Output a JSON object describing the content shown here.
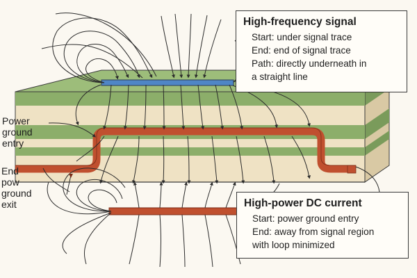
{
  "callouts": {
    "high_frequency": {
      "title": "High-frequency signal",
      "lines": [
        "Start: under signal trace",
        "End: end of signal trace",
        "Path: directly underneath in",
        "a straight line"
      ]
    },
    "high_power_dc": {
      "title": "High-power DC current",
      "lines": [
        "Start: power ground entry",
        "End: away from signal region",
        "with loop minimized"
      ]
    }
  },
  "side_labels": {
    "entry": [
      "Power",
      "ground",
      "entry"
    ],
    "exit": [
      "End",
      "pow",
      "ground",
      "exit"
    ]
  },
  "colors": {
    "board_green": "#8cae6a",
    "board_cream": "#efe2c4",
    "signal_trace": "#4f86c6",
    "power_trace": "#c0502f",
    "field_line": "#2b2b2b"
  }
}
